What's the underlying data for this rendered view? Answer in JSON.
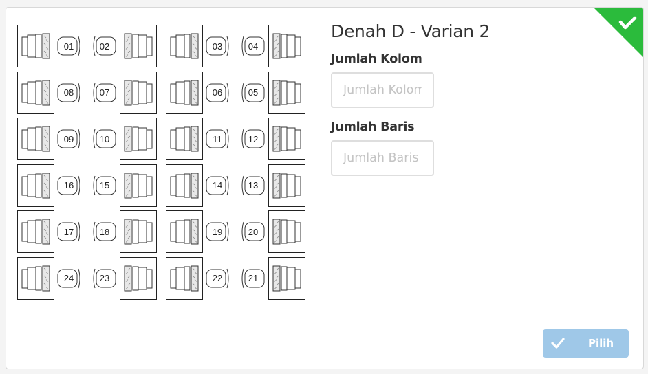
{
  "layout_name": "Denah D - Varian 2",
  "columns_label": "Jumlah Kolom",
  "columns_input": {
    "value": "",
    "placeholder": "Jumlah Kolom"
  },
  "rows_label": "Jumlah Baris",
  "rows_input": {
    "value": "",
    "placeholder": "Jumlah Baris"
  },
  "selected": true,
  "select_button": "Pilih",
  "seat_rows": [
    [
      "01",
      "02",
      "03",
      "04"
    ],
    [
      "08",
      "07",
      "06",
      "05"
    ],
    [
      "09",
      "10",
      "11",
      "12"
    ],
    [
      "16",
      "15",
      "14",
      "13"
    ],
    [
      "17",
      "18",
      "19",
      "20"
    ],
    [
      "24",
      "23",
      "22",
      "21"
    ]
  ],
  "colors": {
    "selected_badge": "#2bbb3c",
    "button_bg": "#9fc8e8",
    "border": "#dedede"
  },
  "icons": {
    "selected": "check-icon",
    "button": "check-icon"
  }
}
